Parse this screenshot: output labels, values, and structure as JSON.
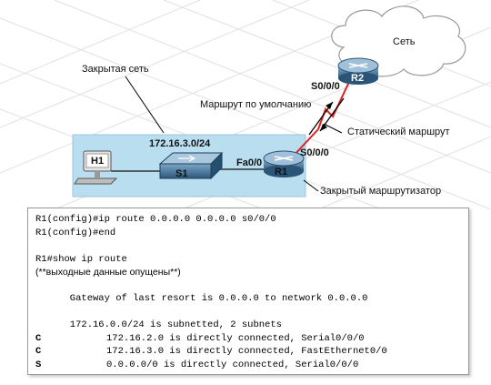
{
  "diagram": {
    "cloud_label": "Сеть",
    "stub_network_label": "Закрытая сеть",
    "subnet_label": "172.16.3.0/24",
    "default_route_label": "Маршрут по умолчанию",
    "static_route_label": "Статический маршрут",
    "stub_router_label": "Закрытый маршрутизатор",
    "r2_interface": "S0/0/0",
    "r1_serial_interface": "S0/0/0",
    "r1_fa_interface": "Fa0/0",
    "devices": {
      "h1": "H1",
      "s1": "S1",
      "r1": "R1",
      "r2": "R2"
    }
  },
  "console": {
    "lines": [
      {
        "text": "R1(config)#ip route 0.0.0.0 0.0.0.0 s0/0/0",
        "style": "mono"
      },
      {
        "text": "R1(config)#end",
        "style": "mono"
      },
      {
        "text": "",
        "style": "mono"
      },
      {
        "text": "R1#show ip route",
        "style": "mono"
      },
      {
        "text": "(**выходные данные опущены**)",
        "style": "sans"
      },
      {
        "text": "",
        "style": "mono"
      },
      {
        "text": "      Gateway of last resort is 0.0.0.0 to network 0.0.0.0",
        "style": "mono"
      },
      {
        "text": "",
        "style": "mono"
      },
      {
        "text": "      172.16.0.0/24 is subnetted, 2 subnets",
        "style": "mono"
      },
      {
        "code": "C",
        "text": "      172.16.2.0 is directly connected, Serial0/0/0",
        "style": "mono"
      },
      {
        "code": "C",
        "text": "      172.16.3.0 is directly connected, FastEthernet0/0",
        "style": "mono"
      },
      {
        "code": "S",
        "text": "      0.0.0.0/0 is directly connected, Serial0/0/0",
        "style": "mono"
      }
    ]
  }
}
